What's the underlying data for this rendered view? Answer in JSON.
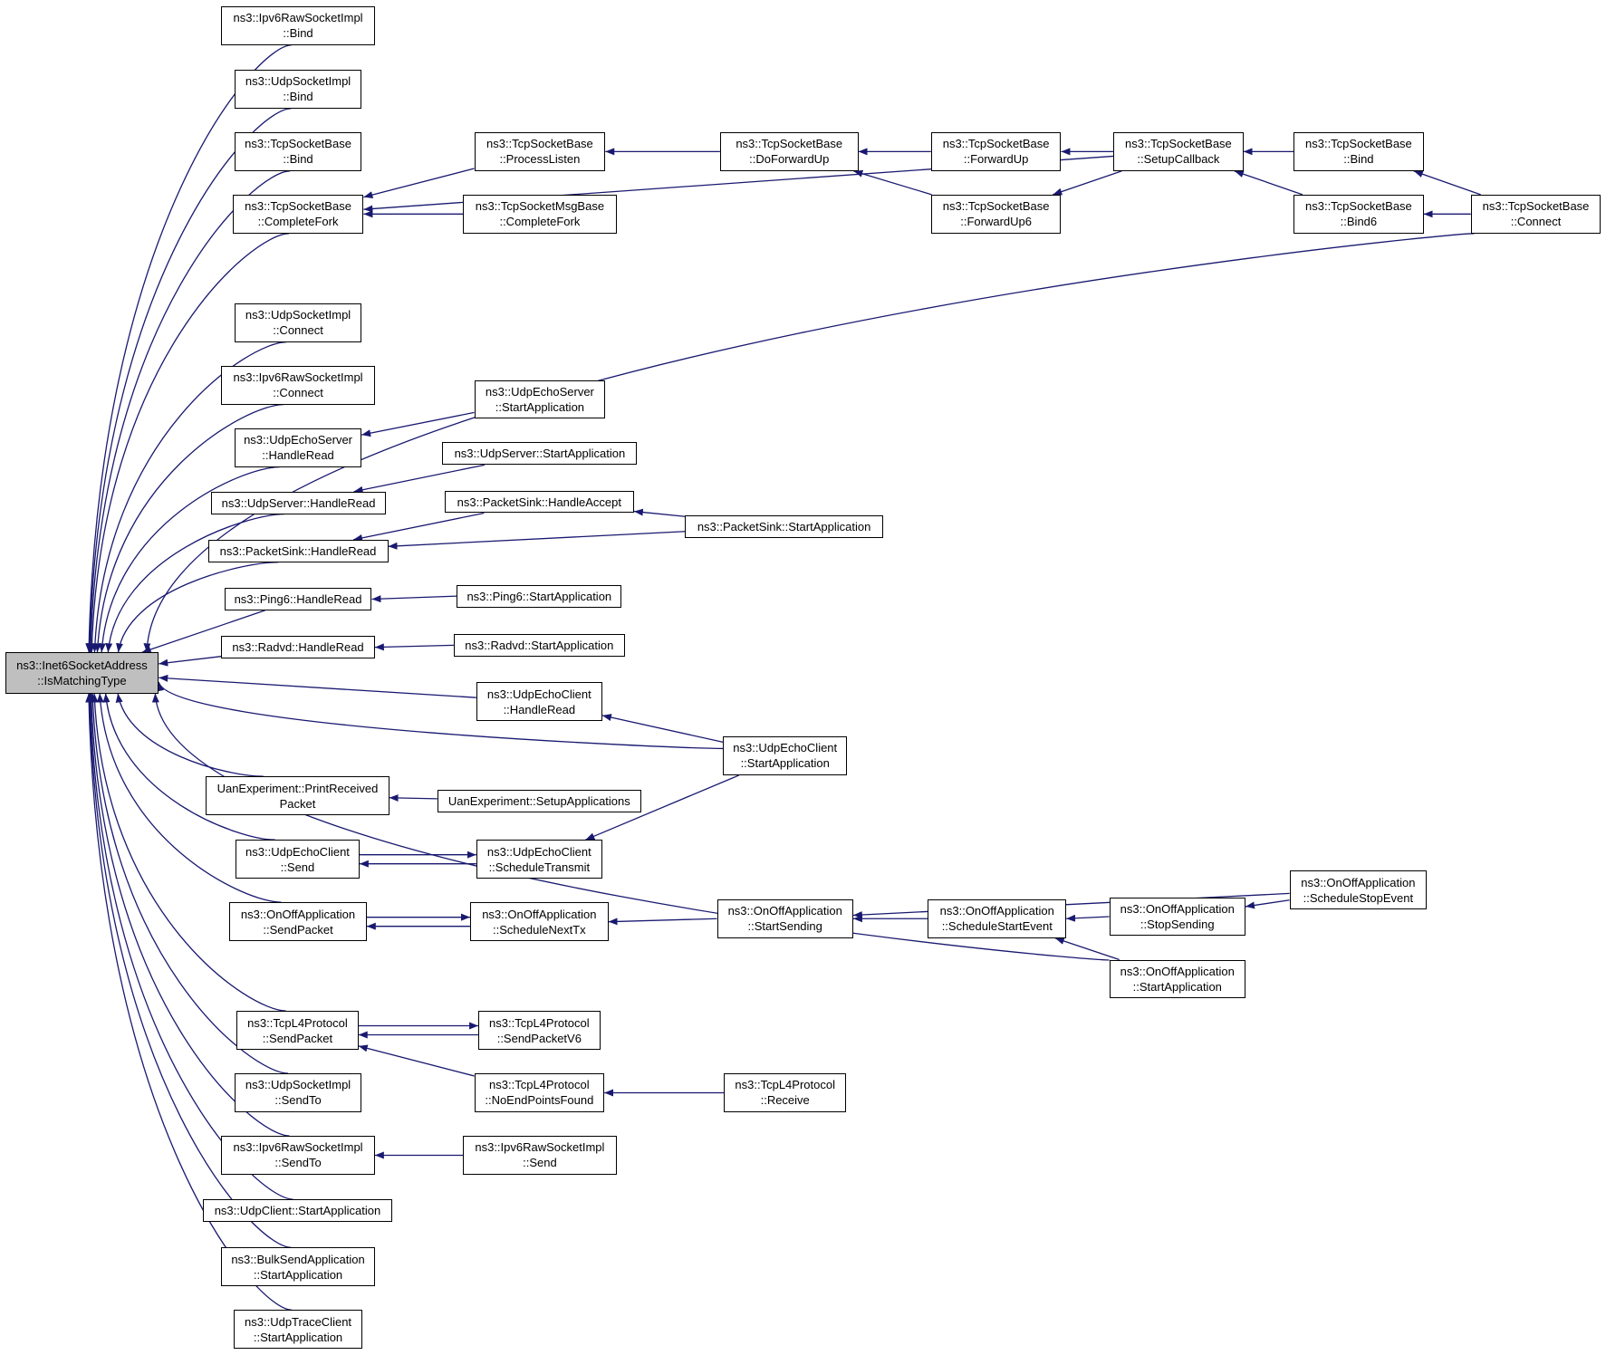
{
  "graph": {
    "edge_color": "#191970",
    "root_fill": "#bfbfbf",
    "nodes": [
      {
        "id": "root",
        "lines": [
          "ns3::Inet6SocketAddress",
          "::IsMatchingType"
        ],
        "root": true
      },
      {
        "id": "n1",
        "lines": [
          "ns3::Ipv6RawSocketImpl",
          "::Bind"
        ]
      },
      {
        "id": "n2",
        "lines": [
          "ns3::UdpSocketImpl",
          "::Bind"
        ]
      },
      {
        "id": "n3",
        "lines": [
          "ns3::TcpSocketBase",
          "::Bind"
        ]
      },
      {
        "id": "n4",
        "lines": [
          "ns3::TcpSocketBase",
          "::CompleteFork"
        ]
      },
      {
        "id": "n5",
        "lines": [
          "ns3::TcpSocketBase",
          "::ProcessListen"
        ]
      },
      {
        "id": "n6",
        "lines": [
          "ns3::TcpSocketMsgBase",
          "::CompleteFork"
        ]
      },
      {
        "id": "n7",
        "lines": [
          "ns3::TcpSocketBase",
          "::DoForwardUp"
        ]
      },
      {
        "id": "n8",
        "lines": [
          "ns3::TcpSocketBase",
          "::ForwardUp"
        ]
      },
      {
        "id": "n9",
        "lines": [
          "ns3::TcpSocketBase",
          "::ForwardUp6"
        ]
      },
      {
        "id": "n10",
        "lines": [
          "ns3::TcpSocketBase",
          "::SetupCallback"
        ]
      },
      {
        "id": "n11",
        "lines": [
          "ns3::TcpSocketBase",
          "::Bind"
        ]
      },
      {
        "id": "n12",
        "lines": [
          "ns3::TcpSocketBase",
          "::Bind6"
        ]
      },
      {
        "id": "n13",
        "lines": [
          "ns3::TcpSocketBase",
          "::Connect"
        ]
      },
      {
        "id": "n14",
        "lines": [
          "ns3::UdpSocketImpl",
          "::Connect"
        ]
      },
      {
        "id": "n15",
        "lines": [
          "ns3::Ipv6RawSocketImpl",
          "::Connect"
        ]
      },
      {
        "id": "n16",
        "lines": [
          "ns3::UdpEchoServer",
          "::HandleRead"
        ]
      },
      {
        "id": "n17",
        "lines": [
          "ns3::UdpEchoServer",
          "::StartApplication"
        ]
      },
      {
        "id": "n18",
        "lines": [
          "ns3::UdpServer::HandleRead"
        ]
      },
      {
        "id": "n19",
        "lines": [
          "ns3::UdpServer::StartApplication"
        ]
      },
      {
        "id": "n20",
        "lines": [
          "ns3::PacketSink::HandleRead"
        ]
      },
      {
        "id": "n21",
        "lines": [
          "ns3::PacketSink::HandleAccept"
        ]
      },
      {
        "id": "n22",
        "lines": [
          "ns3::PacketSink::StartApplication"
        ]
      },
      {
        "id": "n23",
        "lines": [
          "ns3::Ping6::HandleRead"
        ]
      },
      {
        "id": "n24",
        "lines": [
          "ns3::Ping6::StartApplication"
        ]
      },
      {
        "id": "n25",
        "lines": [
          "ns3::Radvd::HandleRead"
        ]
      },
      {
        "id": "n26",
        "lines": [
          "ns3::Radvd::StartApplication"
        ]
      },
      {
        "id": "n27",
        "lines": [
          "ns3::UdpEchoClient",
          "::HandleRead"
        ]
      },
      {
        "id": "n28",
        "lines": [
          "ns3::UdpEchoClient",
          "::StartApplication"
        ]
      },
      {
        "id": "n29",
        "lines": [
          "UanExperiment::PrintReceived",
          "Packet"
        ]
      },
      {
        "id": "n30",
        "lines": [
          "UanExperiment::SetupApplications"
        ]
      },
      {
        "id": "n31",
        "lines": [
          "ns3::UdpEchoClient",
          "::Send"
        ]
      },
      {
        "id": "n32",
        "lines": [
          "ns3::UdpEchoClient",
          "::ScheduleTransmit"
        ]
      },
      {
        "id": "n33",
        "lines": [
          "ns3::OnOffApplication",
          "::SendPacket"
        ]
      },
      {
        "id": "n34",
        "lines": [
          "ns3::OnOffApplication",
          "::ScheduleNextTx"
        ]
      },
      {
        "id": "n35",
        "lines": [
          "ns3::OnOffApplication",
          "::StartSending"
        ]
      },
      {
        "id": "n36",
        "lines": [
          "ns3::OnOffApplication",
          "::ScheduleStartEvent"
        ]
      },
      {
        "id": "n37",
        "lines": [
          "ns3::OnOffApplication",
          "::StopSending"
        ]
      },
      {
        "id": "n38",
        "lines": [
          "ns3::OnOffApplication",
          "::ScheduleStopEvent"
        ]
      },
      {
        "id": "n39",
        "lines": [
          "ns3::OnOffApplication",
          "::StartApplication"
        ]
      },
      {
        "id": "n40",
        "lines": [
          "ns3::TcpL4Protocol",
          "::SendPacket"
        ]
      },
      {
        "id": "n41",
        "lines": [
          "ns3::TcpL4Protocol",
          "::SendPacketV6"
        ]
      },
      {
        "id": "n42",
        "lines": [
          "ns3::TcpL4Protocol",
          "::NoEndPointsFound"
        ]
      },
      {
        "id": "n43",
        "lines": [
          "ns3::TcpL4Protocol",
          "::Receive"
        ]
      },
      {
        "id": "n44",
        "lines": [
          "ns3::UdpSocketImpl",
          "::SendTo"
        ]
      },
      {
        "id": "n45",
        "lines": [
          "ns3::Ipv6RawSocketImpl",
          "::SendTo"
        ]
      },
      {
        "id": "n46",
        "lines": [
          "ns3::Ipv6RawSocketImpl",
          "::Send"
        ]
      },
      {
        "id": "n47",
        "lines": [
          "ns3::UdpClient::StartApplication"
        ]
      },
      {
        "id": "n48",
        "lines": [
          "ns3::BulkSendApplication",
          "::StartApplication"
        ]
      },
      {
        "id": "n49",
        "lines": [
          "ns3::UdpTraceClient",
          "::StartApplication"
        ]
      }
    ],
    "edges": [
      [
        "n1",
        "root"
      ],
      [
        "n2",
        "root"
      ],
      [
        "n3",
        "root"
      ],
      [
        "n4",
        "root"
      ],
      [
        "n13",
        "root"
      ],
      [
        "n14",
        "root"
      ],
      [
        "n15",
        "root"
      ],
      [
        "n16",
        "root"
      ],
      [
        "n18",
        "root"
      ],
      [
        "n20",
        "root"
      ],
      [
        "n23",
        "root"
      ],
      [
        "n25",
        "root"
      ],
      [
        "n27",
        "root"
      ],
      [
        "n28",
        "root"
      ],
      [
        "n29",
        "root"
      ],
      [
        "n31",
        "root"
      ],
      [
        "n33",
        "root"
      ],
      [
        "n39",
        "root"
      ],
      [
        "n40",
        "root"
      ],
      [
        "n44",
        "root"
      ],
      [
        "n45",
        "root"
      ],
      [
        "n47",
        "root"
      ],
      [
        "n48",
        "root"
      ],
      [
        "n49",
        "root"
      ],
      [
        "n5",
        "n4"
      ],
      [
        "n6",
        "n4"
      ],
      [
        "n10",
        "n4"
      ],
      [
        "n7",
        "n5"
      ],
      [
        "n8",
        "n7"
      ],
      [
        "n9",
        "n7"
      ],
      [
        "n10",
        "n8"
      ],
      [
        "n10",
        "n9"
      ],
      [
        "n11",
        "n10"
      ],
      [
        "n12",
        "n10"
      ],
      [
        "n13",
        "n11"
      ],
      [
        "n13",
        "n12"
      ],
      [
        "n17",
        "n16"
      ],
      [
        "n19",
        "n18"
      ],
      [
        "n21",
        "n20"
      ],
      [
        "n22",
        "n20"
      ],
      [
        "n22",
        "n21"
      ],
      [
        "n24",
        "n23"
      ],
      [
        "n26",
        "n25"
      ],
      [
        "n28",
        "n27"
      ],
      [
        "n30",
        "n29"
      ],
      [
        "n32",
        "n31"
      ],
      [
        "n31",
        "n32"
      ],
      [
        "n28",
        "n32"
      ],
      [
        "n34",
        "n33"
      ],
      [
        "n33",
        "n34"
      ],
      [
        "n35",
        "n34"
      ],
      [
        "n36",
        "n35"
      ],
      [
        "n38",
        "n35"
      ],
      [
        "n37",
        "n36"
      ],
      [
        "n39",
        "n36"
      ],
      [
        "n38",
        "n37"
      ],
      [
        "n41",
        "n40"
      ],
      [
        "n40",
        "n41"
      ],
      [
        "n42",
        "n40"
      ],
      [
        "n43",
        "n42"
      ],
      [
        "n46",
        "n45"
      ]
    ]
  }
}
